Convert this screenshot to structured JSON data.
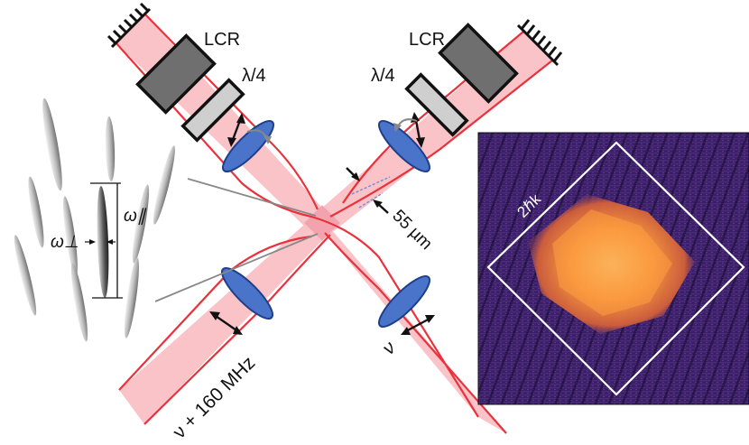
{
  "labels": {
    "lcr_left": "LCR",
    "lcr_right": "LCR",
    "quarter_wave_left": "λ/4",
    "quarter_wave_right": "λ/4",
    "omega_parallel": "ω∥",
    "omega_perp": "ω⊥",
    "waist": "55 µm",
    "freq_left": "ν + 160 MHz",
    "freq_right": "ν",
    "momentum": "2ℏk"
  },
  "colors": {
    "beam_fill": "#f9c3c8",
    "beam_edge": "#e8323c",
    "lens": "#4a74c9",
    "lcr": "#6f6f6f",
    "waveplate": "#cfcfcf",
    "image_bg": "#3a1f66",
    "image_signal": "#ff9a3c"
  },
  "icons": [
    "mirror-icon",
    "lens-icon",
    "polarization-arrow-icon",
    "rotation-arrow-icon"
  ]
}
